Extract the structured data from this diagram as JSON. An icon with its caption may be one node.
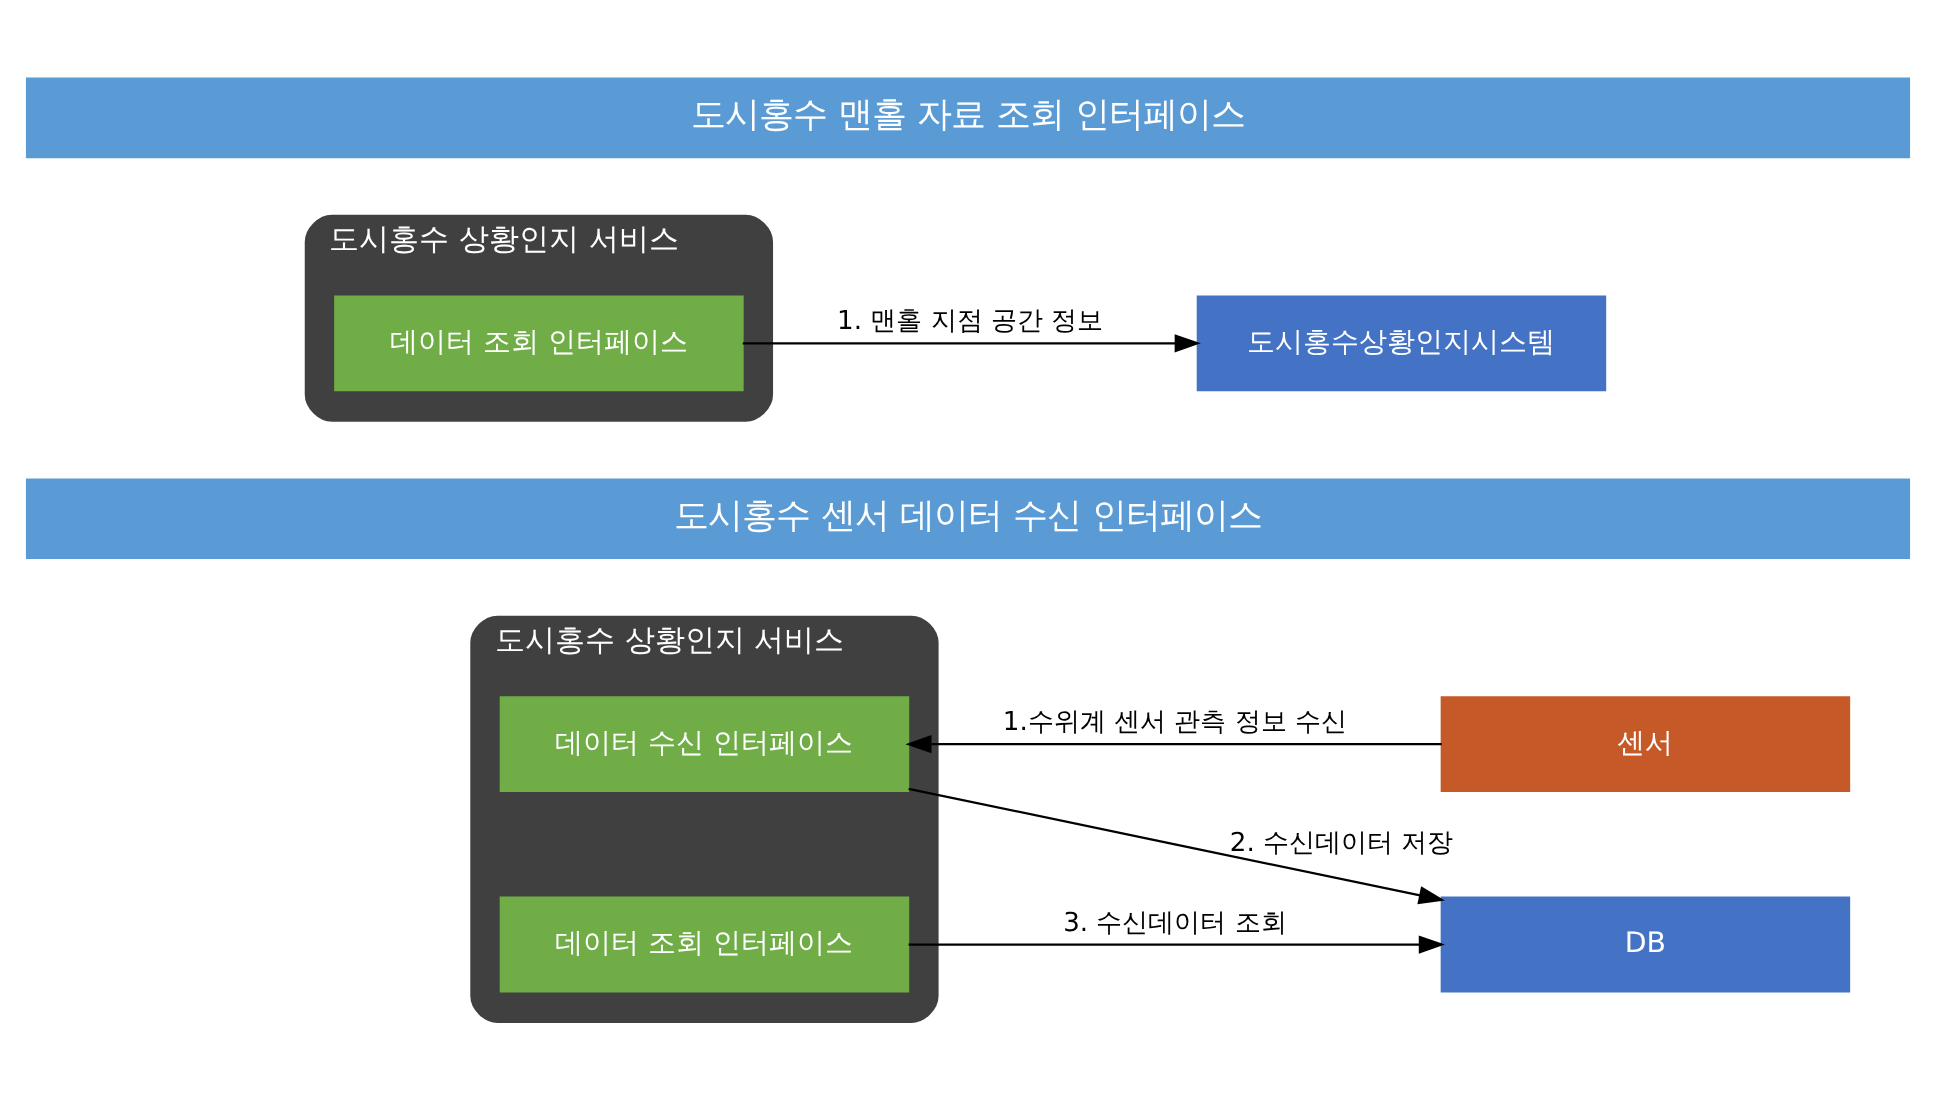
{
  "diagram": {
    "nodes": [
      {
        "text": [
          "도시홍수 맨홀 자료 조회 인터페이스"
        ]
      },
      {
        "text": [
          "도시홍수 상황인지 서비스"
        ]
      },
      {
        "text": [
          "데이터 조회 인터페이스"
        ],
        "in": 1
      },
      {
        "text": [
          "도시홍수상황인지시스템"
        ]
      },
      {
        "text": [
          "도시홍수 센서 데이터 수신 인터페이스"
        ]
      },
      {
        "text": [
          "도시홍수 상황인지 서비스"
        ]
      },
      {
        "text": [
          "데이터 수신 인터페이스"
        ],
        "in": 5
      },
      {
        "text": [
          "데이터 조회 인터페이스"
        ],
        "in": 5
      },
      {
        "text": [
          "센서"
        ]
      },
      {
        "text": [
          "DB"
        ]
      }
    ],
    "edges": [
      {
        "from": 2,
        "to": 3,
        "arrow": "to",
        "label": "1. 맨홀 지점 공간 정보"
      },
      {
        "from": 8,
        "to": 6,
        "arrow": "to",
        "label": "1.수위계 센서 관측 정보 수신"
      },
      {
        "from": 6,
        "to": 9,
        "arrow": "to",
        "label": "2. 수신데이터 저장"
      },
      {
        "from": 7,
        "to": 9,
        "arrow": "to",
        "label": "3. 수신데이터 조회"
      }
    ]
  }
}
